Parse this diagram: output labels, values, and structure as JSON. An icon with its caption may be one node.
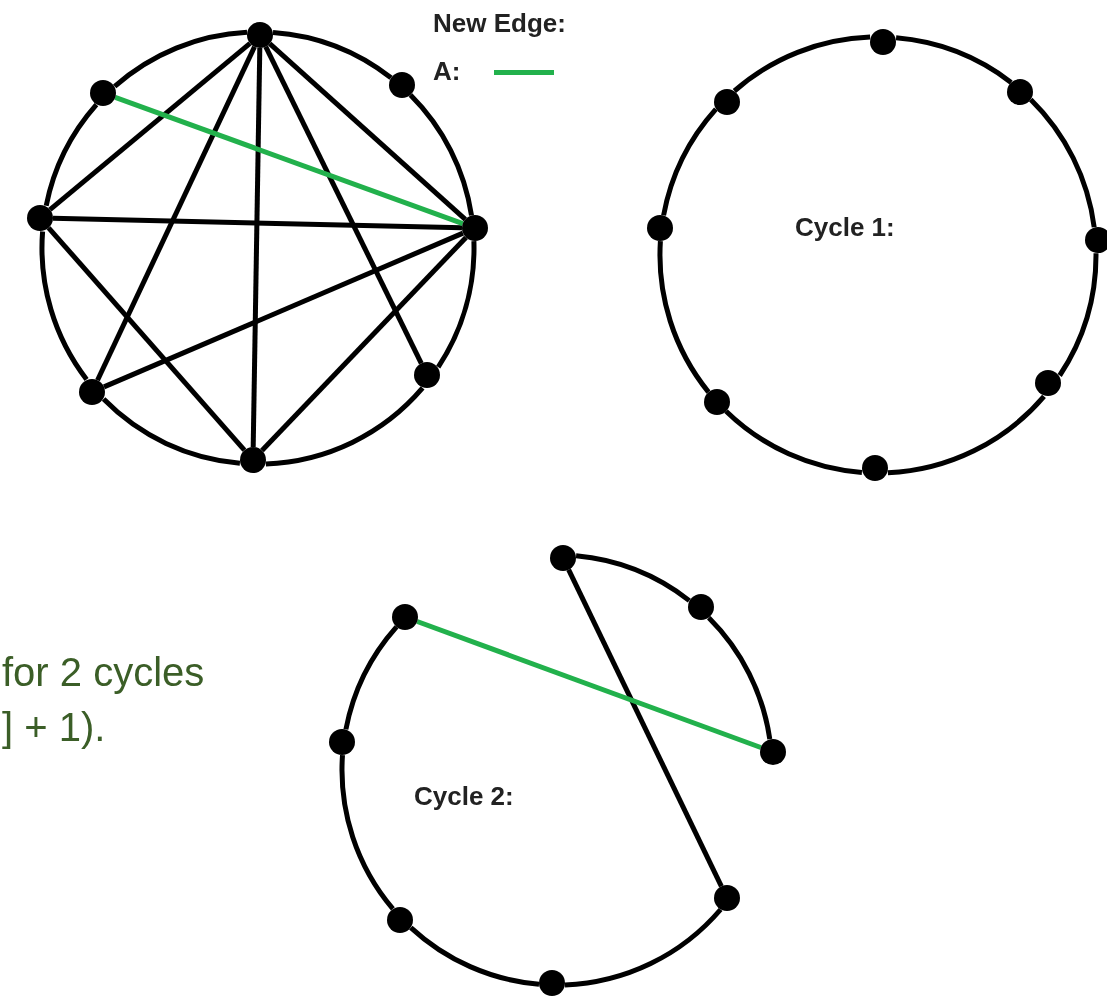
{
  "diagram": {
    "nodes": [
      {
        "text": [],
        "shape": "circle"
      },
      {
        "text": [],
        "shape": "circle"
      },
      {
        "text": [],
        "shape": "circle"
      },
      {
        "text": [],
        "shape": "circle"
      },
      {
        "text": [],
        "shape": "circle"
      },
      {
        "text": [],
        "shape": "circle"
      },
      {
        "text": [],
        "shape": "circle"
      },
      {
        "text": [],
        "shape": "circle"
      },
      {
        "text": [],
        "shape": "circle"
      },
      {
        "text": [],
        "shape": "circle"
      },
      {
        "text": [],
        "shape": "circle"
      },
      {
        "text": [],
        "shape": "circle"
      },
      {
        "text": [],
        "shape": "circle"
      },
      {
        "text": [],
        "shape": "circle"
      },
      {
        "text": [],
        "shape": "circle"
      },
      {
        "text": [],
        "shape": "circle"
      },
      {
        "text": [],
        "shape": "circle"
      },
      {
        "text": [],
        "shape": "circle"
      },
      {
        "text": [],
        "shape": "circle"
      },
      {
        "text": [],
        "shape": "circle"
      },
      {
        "text": [],
        "shape": "circle"
      },
      {
        "text": [],
        "shape": "circle"
      },
      {
        "text": [],
        "shape": "circle"
      },
      {
        "text": [],
        "shape": "circle"
      }
    ],
    "edges": [
      {
        "from": 0,
        "to": 2,
        "arrow": "none"
      },
      {
        "from": 2,
        "to": 4,
        "arrow": "none"
      },
      {
        "from": 4,
        "to": 6,
        "arrow": "none"
      },
      {
        "from": 6,
        "to": 7,
        "arrow": "none"
      },
      {
        "from": 7,
        "to": 5,
        "arrow": "none"
      },
      {
        "from": 5,
        "to": 3,
        "arrow": "none"
      },
      {
        "from": 3,
        "to": 1,
        "arrow": "none"
      },
      {
        "from": 1,
        "to": 0,
        "arrow": "none"
      },
      {
        "from": 0,
        "to": 3,
        "arrow": "none"
      },
      {
        "from": 0,
        "to": 5,
        "arrow": "none"
      },
      {
        "from": 0,
        "to": 7,
        "arrow": "none"
      },
      {
        "from": 0,
        "to": 6,
        "arrow": "none"
      },
      {
        "from": 0,
        "to": 4,
        "arrow": "none"
      },
      {
        "from": 3,
        "to": 4,
        "arrow": "none"
      },
      {
        "from": 3,
        "to": 7,
        "arrow": "none"
      },
      {
        "from": 5,
        "to": 4,
        "arrow": "none"
      },
      {
        "from": 7,
        "to": 4,
        "arrow": "none"
      },
      {
        "from": 1,
        "to": 4,
        "arrow": "none",
        "color": "#22b14c"
      },
      {
        "from": 8,
        "to": 9,
        "arrow": "none"
      },
      {
        "from": 9,
        "to": 10,
        "arrow": "none"
      },
      {
        "from": 10,
        "to": 11,
        "arrow": "none"
      },
      {
        "from": 11,
        "to": 12,
        "arrow": "none"
      },
      {
        "from": 12,
        "to": 13,
        "arrow": "none"
      },
      {
        "from": 13,
        "to": 14,
        "arrow": "none"
      },
      {
        "from": 14,
        "to": 15,
        "arrow": "none"
      },
      {
        "from": 15,
        "to": 8,
        "arrow": "none"
      },
      {
        "from": 16,
        "to": 17,
        "arrow": "none"
      },
      {
        "from": 17,
        "to": 18,
        "arrow": "none"
      },
      {
        "from": 16,
        "to": 19,
        "arrow": "none"
      },
      {
        "from": 19,
        "to": 20,
        "arrow": "none"
      },
      {
        "from": 20,
        "to": 21,
        "arrow": "none"
      },
      {
        "from": 21,
        "to": 22,
        "arrow": "none"
      },
      {
        "from": 22,
        "to": 23,
        "arrow": "none"
      },
      {
        "from": 23,
        "to": 18,
        "arrow": "none",
        "color": "#22b14c"
      }
    ],
    "labels": [
      "New Edge:",
      "Cycle 1:",
      "for 2 cycles",
      "] + 1).",
      "Cycle 2:"
    ],
    "legend": [
      {
        "text": "A:",
        "color": "#22b14c"
      }
    ]
  }
}
